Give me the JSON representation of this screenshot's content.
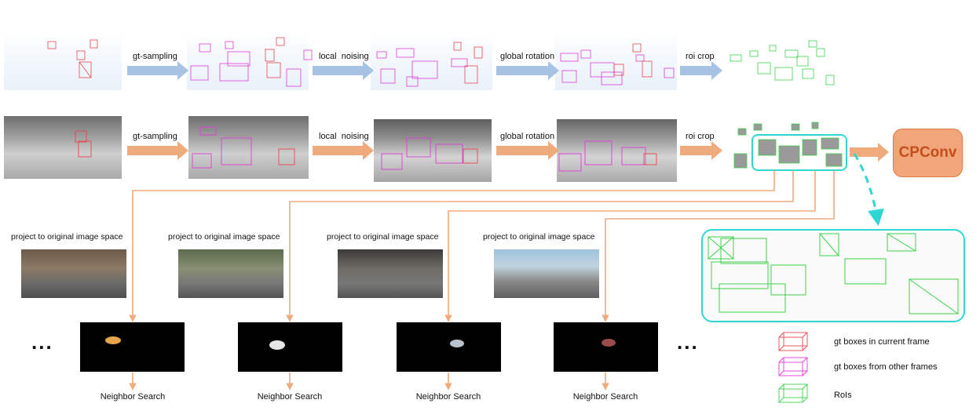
{
  "pipeline": {
    "steps": [
      "gt-sampling",
      "local  noising",
      "global rotation",
      "roi crop"
    ],
    "output_block": "CPConv"
  },
  "projection": {
    "captions": [
      "project to original image space",
      "project to original image space",
      "project to original image space",
      "project to original image space"
    ],
    "neighbor_labels": [
      "Neighbor Search",
      "Neighbor Search",
      "Neighbor Search",
      "Neighbor Search"
    ],
    "ellipsis": "..."
  },
  "legend": {
    "items": [
      {
        "label": "gt boxes in current frame",
        "color": "#e8474f"
      },
      {
        "label": "gt boxes from other frames",
        "color": "#e23bd8"
      },
      {
        "label": "RoIs",
        "color": "#3cd24a"
      }
    ]
  },
  "colors": {
    "blue_arrow": "#a7c3e4",
    "orange_arrow": "#f0ab7d",
    "cyan_highlight": "#2fd7d3",
    "cpconv_fill": "#f2a57a",
    "cpconv_text": "#c44e1b"
  }
}
